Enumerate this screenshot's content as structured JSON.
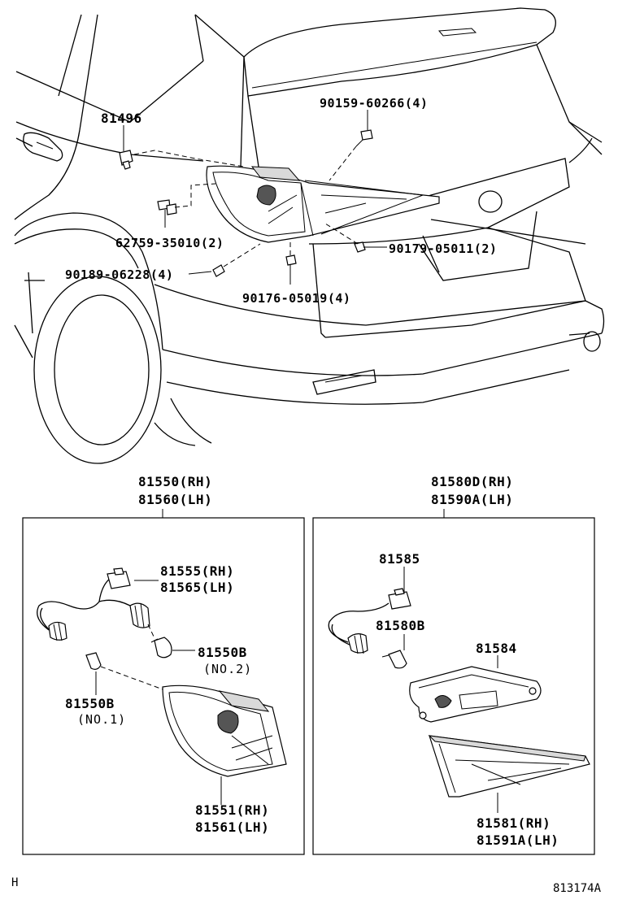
{
  "labels": {
    "p81496": "81496",
    "p90159": "90159-60266(4)",
    "p62759": "62759-35010(2)",
    "p90179": "90179-05011(2)",
    "p90189": "90189-06228(4)",
    "p90176": "90176-05019(4)",
    "asm_left_rh": "81550(RH)",
    "asm_left_lh": "81560(LH)",
    "asm_right_rh": "81580D(RH)",
    "asm_right_lh": "81590A(LH)",
    "socket_rh": "81555(RH)",
    "socket_lh": "81565(LH)",
    "bulb_no2": "81550B",
    "bulb_no2_note": "(NO.2)",
    "bulb_no1": "81550B",
    "bulb_no1_note": "(NO.1)",
    "lens_rh": "81551(RH)",
    "lens_lh": "81561(LH)",
    "socket2": "81585",
    "bulb2": "81580B",
    "gasket": "81584",
    "lens2_rh": "81581(RH)",
    "lens2_lh": "81591A(LH)"
  },
  "footer": {
    "left": "H",
    "right": "813174A"
  }
}
